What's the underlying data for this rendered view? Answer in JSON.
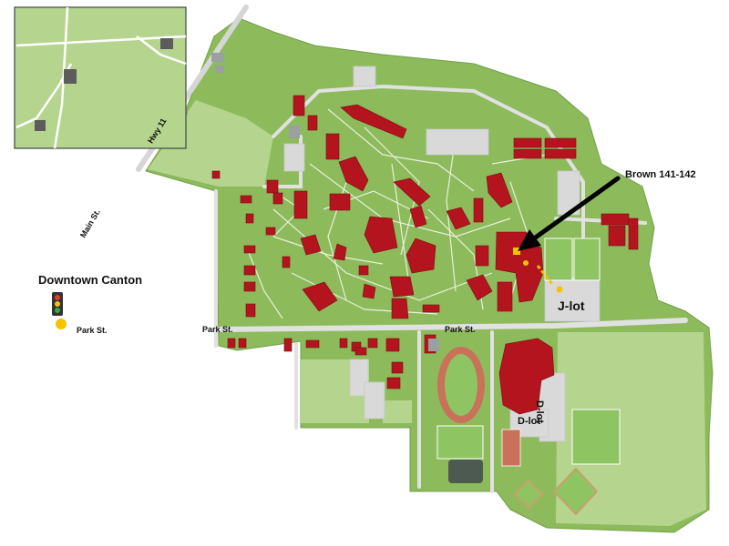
{
  "labels": {
    "downtown": "Downtown Canton",
    "main_st": "Main St.",
    "hwy": "Hwy 11",
    "park_st_left": "Park St.",
    "park_st_mid": "Park St.",
    "park_st_legend": "Park St.",
    "brown": "Brown 141-142",
    "j_lot": "J-lot",
    "d_lot_right": "D-lot",
    "d_lot_bottom": "D-lot"
  },
  "colors": {
    "grass": "#8dbb5c",
    "grass_light": "#b5d58e",
    "grass_dark": "#6fa046",
    "building": "#b3141e",
    "building_dark": "#7a0c12",
    "road": "#e1e1e1",
    "road_edge": "#c9c9c9",
    "path": "#e8efdc",
    "lot": "#d9d9d9",
    "marker": "#f5c400",
    "arrow": "#000000",
    "track": "#c8725a"
  },
  "legend": {
    "traffic_light_icon": "traffic-light-icon",
    "park_st_dot_icon": "yellow-dot-icon"
  }
}
